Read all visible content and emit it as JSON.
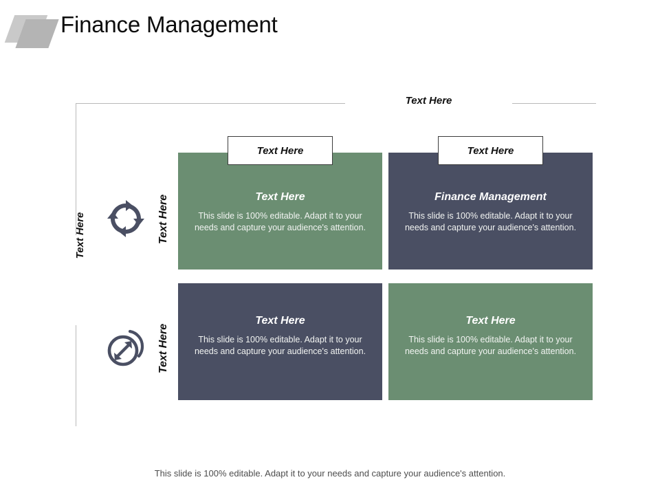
{
  "header": {
    "title": "Finance Management",
    "logo_icon": "parallelogram-stack-logo"
  },
  "axes": {
    "top_label": "Text Here",
    "left_label": "Text Here"
  },
  "rows": [
    {
      "icon": "circular-arrows-icon",
      "label": "Text Here"
    },
    {
      "icon": "expand-arrow-circle-icon",
      "label": "Text Here"
    }
  ],
  "callouts": [
    {
      "label": "Text Here"
    },
    {
      "label": "Text Here"
    }
  ],
  "panels": [
    {
      "position": "top-left",
      "color": "#6b8e72",
      "title": "Text Here",
      "body": "This slide is 100% editable. Adapt it to your needs and capture your audience's attention."
    },
    {
      "position": "top-right",
      "color": "#4a4f63",
      "title": "Finance Management",
      "body": "This slide is 100% editable. Adapt it to your needs and capture your audience's attention."
    },
    {
      "position": "bottom-left",
      "color": "#4a4f63",
      "title": "Text Here",
      "body": "This slide is 100% editable. Adapt it to your needs and capture your audience's attention."
    },
    {
      "position": "bottom-right",
      "color": "#6b8e72",
      "title": "Text Here",
      "body": "This slide is 100% editable. Adapt it to your needs and capture your audience's attention."
    }
  ],
  "footer": {
    "note": "This slide is 100% editable. Adapt it to your needs and capture your audience's attention."
  },
  "colors": {
    "green": "#6b8e72",
    "navy": "#4a4f63",
    "axis_line": "#b9b9b9",
    "icon": "#4a4f63",
    "logo_back": "#c9c9c9",
    "logo_front": "#b4b4b4"
  }
}
